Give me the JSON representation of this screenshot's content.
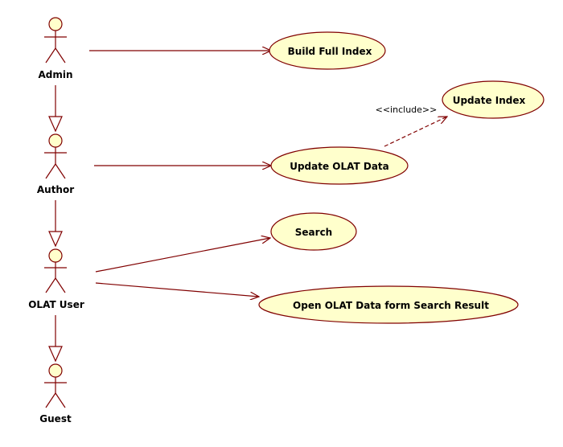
{
  "diagram": {
    "colors": {
      "line": "#800000",
      "fill": "#ffffcc",
      "text": "#000000"
    },
    "actors": {
      "admin": "Admin",
      "author": "Author",
      "olat_user": "OLAT User",
      "guest": "Guest"
    },
    "use_cases": {
      "build_full_index": "Build Full Index",
      "update_index": "Update Index",
      "update_olat_data": "Update OLAT Data",
      "search": "Search",
      "open_olat_data": "Open OLAT Data form Search Result"
    },
    "stereotypes": {
      "include": "<<include>>"
    }
  }
}
